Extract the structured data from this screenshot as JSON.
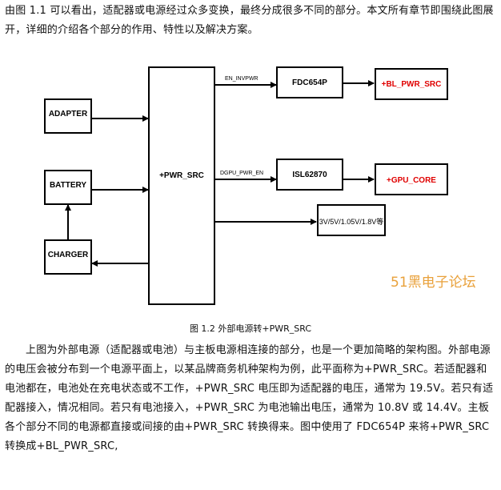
{
  "paragraph1": "由图 1.1 可以看出，适配器或电源经过众多变换，最终分成很多不同的部分。本文所有章节即围绕此图展开，详细的介绍各个部分的作用、特性以及解决方案。",
  "diagram": {
    "blocks": {
      "adapter": "ADAPTER",
      "battery": "BATTERY",
      "charger": "CHARGER",
      "pwr_src": "+PWR_SRC",
      "fdc": "FDC654P",
      "isl": "ISL62870",
      "rails": "3V/5V/1.05V/1.8V等",
      "bl_out": "+BL_PWR_SRC",
      "gpu_out": "+GPU_CORE"
    },
    "signals": {
      "en_invpwr": "EN_INVPWR",
      "dgpu_pwr_en": "DGPU_PWR_EN"
    },
    "caption": "图 1.2  外部电源转+PWR_SRC",
    "watermark": "51黑电子论坛"
  },
  "paragraph2": "上图为外部电源（适配器或电池）与主板电源相连接的部分，也是一个更加简略的架构图。外部电源的电压会被分布到一个电源平面上，以某品牌商务机种架构为例，此平面称为+PWR_SRC。若适配器和电池都在，电池处在充电状态或不工作，+PWR_SRC 电压即为适配器的电压，通常为 19.5V。若只有适配器接入，情况相同。若只有电池接入，+PWR_SRC 为电池输出电压，通常为 10.8V 或 14.4V。主板各个部分不同的电源都直接或间接的由+PWR_SRC 转换得来。图中使用了 FDC654P 来将+PWR_SRC 转换成+BL_PWR_SRC,",
  "colors": {
    "accent_red": "#e00000",
    "watermark": "#e9a13b"
  }
}
